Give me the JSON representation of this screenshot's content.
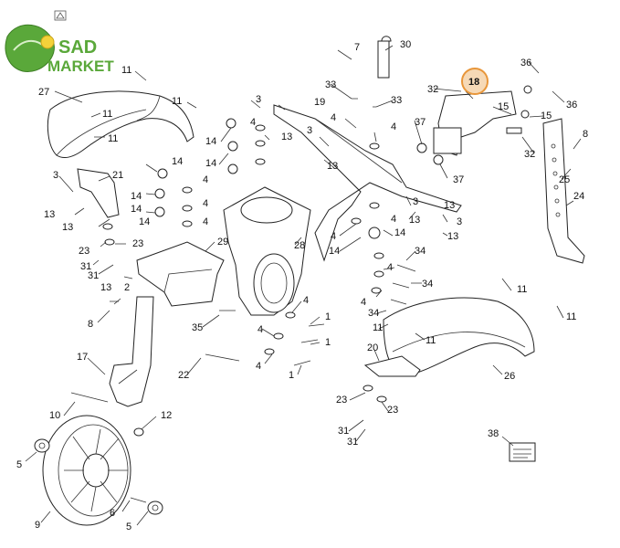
{
  "logo": {
    "line1": "SAD",
    "line2": "MARKET"
  },
  "highlight": {
    "label": "18",
    "color": "#e8963a"
  },
  "labels": [
    {
      "id": "l27",
      "text": "27"
    },
    {
      "id": "l11a",
      "text": "11"
    },
    {
      "id": "l11b",
      "text": "11"
    },
    {
      "id": "l11c",
      "text": "11"
    },
    {
      "id": "l11d",
      "text": "11"
    },
    {
      "id": "l21",
      "text": "21"
    },
    {
      "id": "l3a",
      "text": "3"
    },
    {
      "id": "l13a",
      "text": "13"
    },
    {
      "id": "l13b",
      "text": "13"
    },
    {
      "id": "l23a",
      "text": "23"
    },
    {
      "id": "l23b",
      "text": "23"
    },
    {
      "id": "l31a",
      "text": "31"
    },
    {
      "id": "l31b",
      "text": "31"
    },
    {
      "id": "l13c",
      "text": "13"
    },
    {
      "id": "l2",
      "text": "2"
    },
    {
      "id": "l8a",
      "text": "8"
    },
    {
      "id": "l17",
      "text": "17"
    },
    {
      "id": "l10",
      "text": "10"
    },
    {
      "id": "l12",
      "text": "12"
    },
    {
      "id": "l5a",
      "text": "5"
    },
    {
      "id": "l9",
      "text": "9"
    },
    {
      "id": "l6",
      "text": "6"
    },
    {
      "id": "l5b",
      "text": "5"
    },
    {
      "id": "l22",
      "text": "22"
    },
    {
      "id": "l35",
      "text": "35"
    },
    {
      "id": "l29",
      "text": "29"
    },
    {
      "id": "l14a",
      "text": "14"
    },
    {
      "id": "l14b",
      "text": "14"
    },
    {
      "id": "l14c",
      "text": "14"
    },
    {
      "id": "l14d",
      "text": "14"
    },
    {
      "id": "l14e",
      "text": "14"
    },
    {
      "id": "l14f",
      "text": "14"
    },
    {
      "id": "l4a",
      "text": "4"
    },
    {
      "id": "l4b",
      "text": "4"
    },
    {
      "id": "l4c",
      "text": "4"
    },
    {
      "id": "l4d",
      "text": "4"
    },
    {
      "id": "l3b",
      "text": "3"
    },
    {
      "id": "l13d",
      "text": "13"
    },
    {
      "id": "l19",
      "text": "19"
    },
    {
      "id": "l3c",
      "text": "3"
    },
    {
      "id": "l13e",
      "text": "13"
    },
    {
      "id": "l33a",
      "text": "33"
    },
    {
      "id": "l33b",
      "text": "33"
    },
    {
      "id": "l4e",
      "text": "4"
    },
    {
      "id": "l4f",
      "text": "4"
    },
    {
      "id": "l7",
      "text": "7"
    },
    {
      "id": "l30",
      "text": "30"
    },
    {
      "id": "l32a",
      "text": "32"
    },
    {
      "id": "l15a",
      "text": "15"
    },
    {
      "id": "l36a",
      "text": "36"
    },
    {
      "id": "l36b",
      "text": "36"
    },
    {
      "id": "l15b",
      "text": "15"
    },
    {
      "id": "l37a",
      "text": "37"
    },
    {
      "id": "l37b",
      "text": "37"
    },
    {
      "id": "l32b",
      "text": "32"
    },
    {
      "id": "l8b",
      "text": "8"
    },
    {
      "id": "l25",
      "text": "25"
    },
    {
      "id": "l24",
      "text": "24"
    },
    {
      "id": "l28",
      "text": "28"
    },
    {
      "id": "l3d",
      "text": "3"
    },
    {
      "id": "l13f",
      "text": "13"
    },
    {
      "id": "l4g",
      "text": "4"
    },
    {
      "id": "l13g",
      "text": "13"
    },
    {
      "id": "l3e",
      "text": "3"
    },
    {
      "id": "l13h",
      "text": "13"
    },
    {
      "id": "l4h",
      "text": "4"
    },
    {
      "id": "l14g",
      "text": "14"
    },
    {
      "id": "l14h",
      "text": "14"
    },
    {
      "id": "l34a",
      "text": "34"
    },
    {
      "id": "l4i",
      "text": "4"
    },
    {
      "id": "l34b",
      "text": "34"
    },
    {
      "id": "l4j",
      "text": "4"
    },
    {
      "id": "l34c",
      "text": "34"
    },
    {
      "id": "l11e",
      "text": "11"
    },
    {
      "id": "l11f",
      "text": "11"
    },
    {
      "id": "l11g",
      "text": "11"
    },
    {
      "id": "l11h",
      "text": "11"
    },
    {
      "id": "l4k",
      "text": "4"
    },
    {
      "id": "l1a",
      "text": "1"
    },
    {
      "id": "l4l",
      "text": "4"
    },
    {
      "id": "l1b",
      "text": "1"
    },
    {
      "id": "l4m",
      "text": "4"
    },
    {
      "id": "l1c",
      "text": "1"
    },
    {
      "id": "l20",
      "text": "20"
    },
    {
      "id": "l26",
      "text": "26"
    },
    {
      "id": "l23c",
      "text": "23"
    },
    {
      "id": "l23d",
      "text": "23"
    },
    {
      "id": "l31c",
      "text": "31"
    },
    {
      "id": "l31d",
      "text": "31"
    },
    {
      "id": "l38",
      "text": "38"
    }
  ]
}
